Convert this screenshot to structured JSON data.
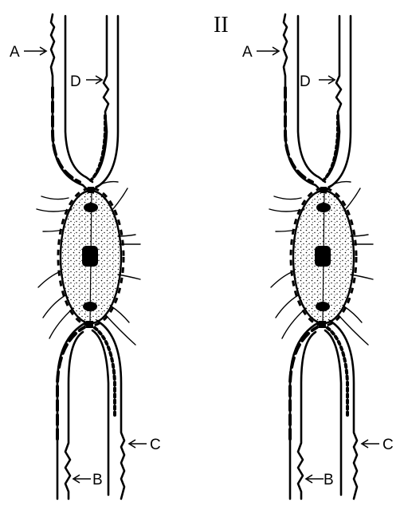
{
  "panel_labels": {
    "left": "",
    "right": "II"
  },
  "labels": {
    "a": "A",
    "b": "B",
    "c": "C",
    "d": "D"
  }
}
